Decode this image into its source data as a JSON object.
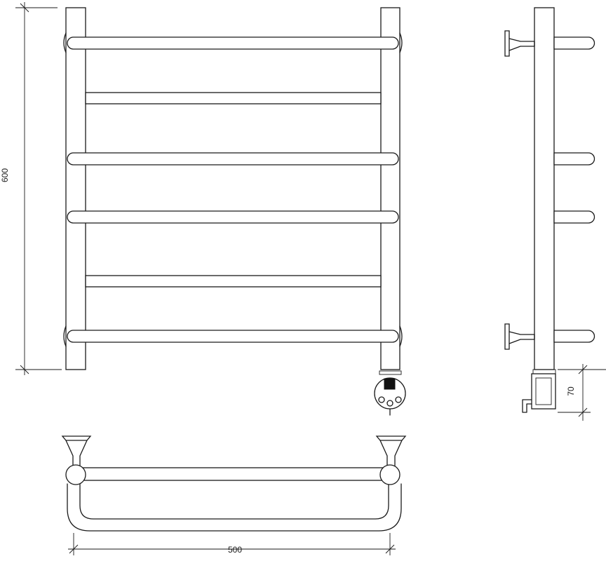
{
  "drawing": {
    "dimensions": {
      "height": "600",
      "width": "500",
      "controller_offset": "70"
    },
    "front_view": {
      "rails": 6,
      "projecting_bars": 4
    },
    "side_view": {
      "wall_brackets": 2,
      "projecting_bars": 4
    },
    "top_view": {
      "wall_brackets": 2
    },
    "heater_controller": {
      "knobs": 3,
      "display": "square"
    }
  }
}
